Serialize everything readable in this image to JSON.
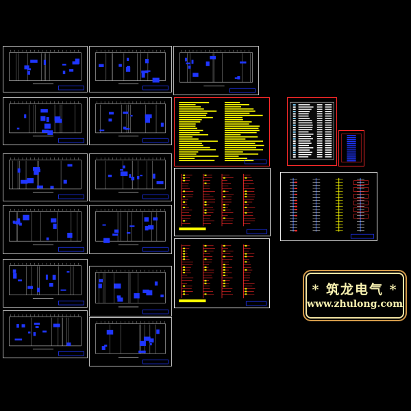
{
  "viewport": {
    "background": "#000000"
  },
  "colors": {
    "sheet_border": "#b9b9b9",
    "plan_lines": "#c8c8c8",
    "plan_fill": "#1f36ff",
    "wiring_red": "#ff2a2a",
    "text_yellow": "#ffff00",
    "logo_gold": "#d29a4a",
    "logo_text": "#f7f0b0"
  },
  "watermark": {
    "line1": "* 筑龙电气 *",
    "line2": "www.zhulong.com"
  },
  "sheets": [
    {
      "kind": "floor-plan",
      "id": "plan-1"
    },
    {
      "kind": "floor-plan",
      "id": "plan-2"
    },
    {
      "kind": "floor-plan",
      "id": "plan-3"
    },
    {
      "kind": "floor-plan",
      "id": "plan-4"
    },
    {
      "kind": "floor-plan",
      "id": "plan-5"
    },
    {
      "kind": "floor-plan",
      "id": "plan-6"
    },
    {
      "kind": "floor-plan",
      "id": "plan-7"
    },
    {
      "kind": "floor-plan",
      "id": "plan-8"
    },
    {
      "kind": "floor-plan",
      "id": "plan-9"
    },
    {
      "kind": "floor-plan",
      "id": "plan-10"
    },
    {
      "kind": "floor-plan",
      "id": "plan-11"
    },
    {
      "kind": "floor-plan",
      "id": "plan-12"
    },
    {
      "kind": "floor-plan",
      "id": "plan-13"
    },
    {
      "kind": "notes",
      "id": "design-notes"
    },
    {
      "kind": "legend-table",
      "id": "equipment-legend"
    },
    {
      "kind": "small-table",
      "id": "small-schedule"
    },
    {
      "kind": "wiring-diagram",
      "id": "distribution-diagram-1"
    },
    {
      "kind": "riser-diagram",
      "id": "riser-diagram"
    },
    {
      "kind": "wiring-diagram",
      "id": "distribution-diagram-2"
    }
  ]
}
